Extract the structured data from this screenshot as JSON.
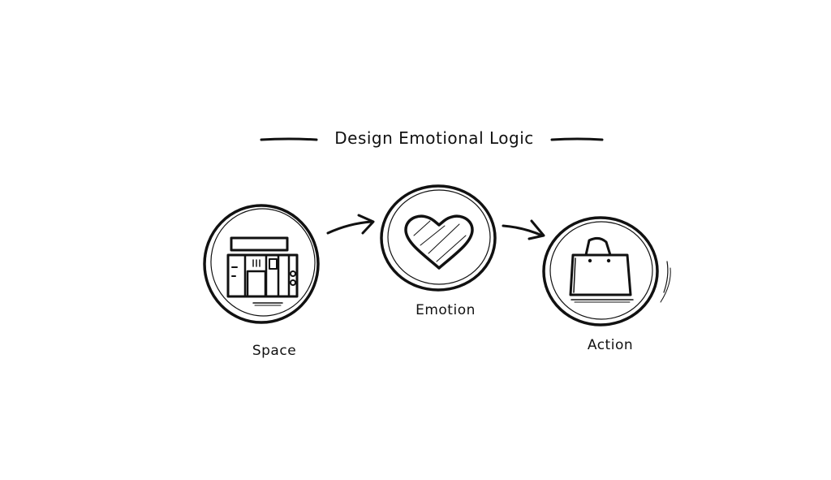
{
  "title": "Design Emotional Logic",
  "steps": [
    {
      "label": "Space",
      "icon": "storefront-icon"
    },
    {
      "label": "Emotion",
      "icon": "heart-icon"
    },
    {
      "label": "Action",
      "icon": "shopping-bag-icon"
    }
  ],
  "colors": {
    "ink": "#111111",
    "background": "#ffffff"
  }
}
